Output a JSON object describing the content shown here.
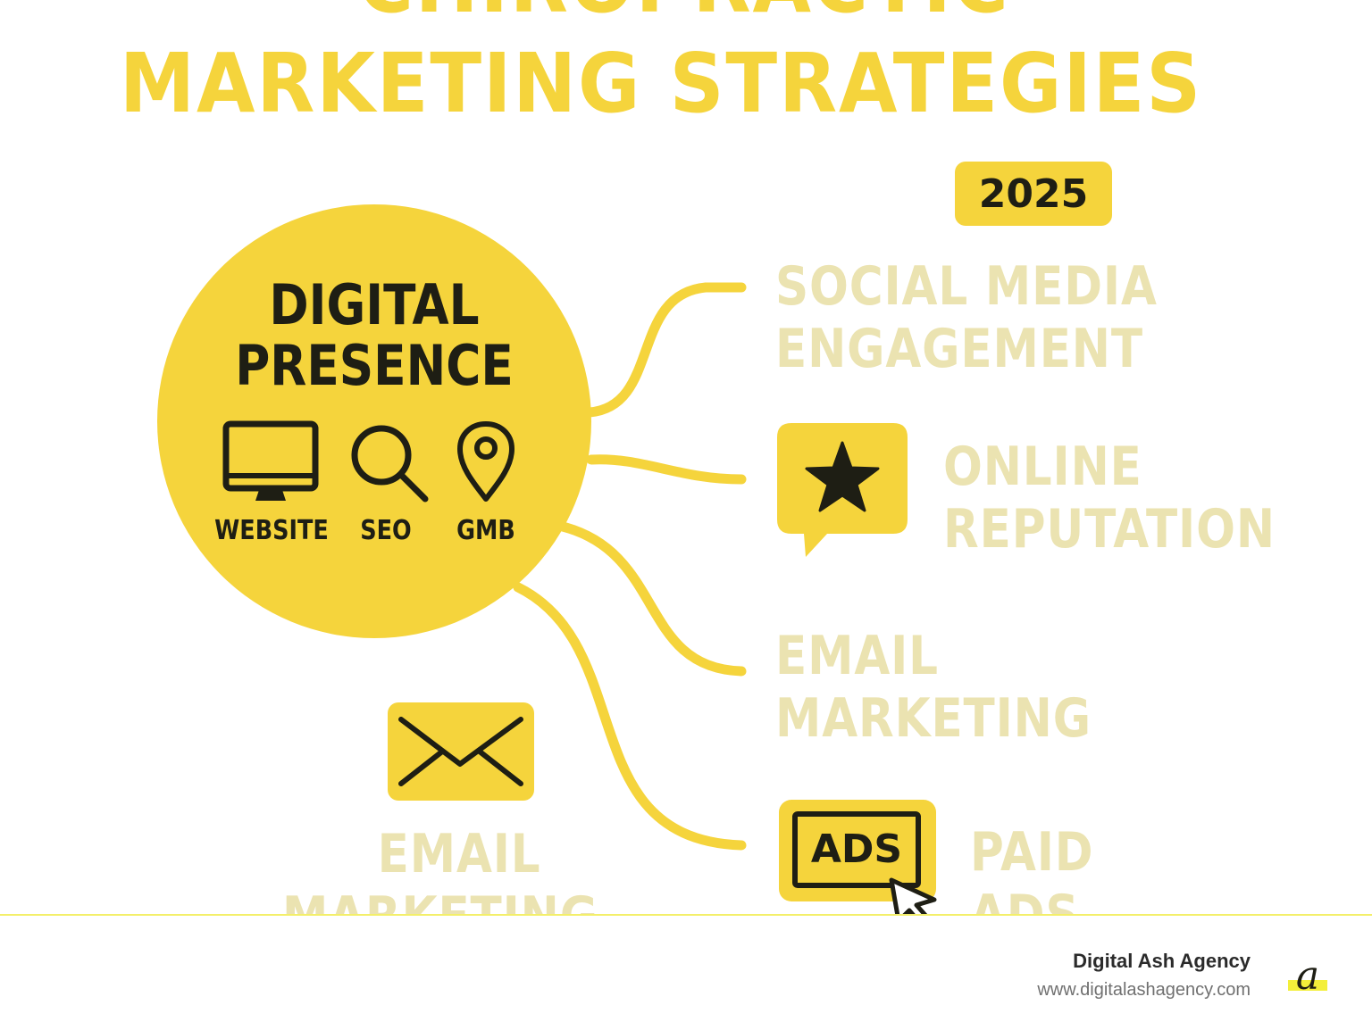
{
  "title": {
    "line1": "CHIROPRACTIC",
    "line2": "MARKETING STRATEGIES"
  },
  "year_badge": "2025",
  "hub": {
    "title_line1": "DIGITAL",
    "title_line2": "PRESENCE",
    "items": [
      {
        "label": "WEBSITE",
        "icon": "monitor-icon"
      },
      {
        "label": "SEO",
        "icon": "search-icon"
      },
      {
        "label": "GMB",
        "icon": "map-pin-icon"
      }
    ]
  },
  "branches": [
    {
      "line1": "SOCIAL MEDIA",
      "line2": "ENGAGEMENT",
      "icon": ""
    },
    {
      "line1": "ONLINE",
      "line2": "REPUTATION",
      "icon": "star-speech-bubble-icon"
    },
    {
      "line1": "EMAIL",
      "line2": "MARKETING",
      "icon": ""
    },
    {
      "line1": "PAID",
      "line2": "ADS",
      "icon": "ads-cursor-icon",
      "icon_text": "ADS"
    }
  ],
  "extra_item": {
    "line1": "EMAIL",
    "line2": "MARKETING",
    "icon": "envelope-icon"
  },
  "footer": {
    "agency_name": "Digital Ash Agency",
    "agency_url": "www.digitalashagency.com",
    "logo_glyph": "a"
  },
  "colors": {
    "accent": "#f5d43c",
    "faded_text": "#ebe3b1",
    "dark": "#1e1e14"
  }
}
